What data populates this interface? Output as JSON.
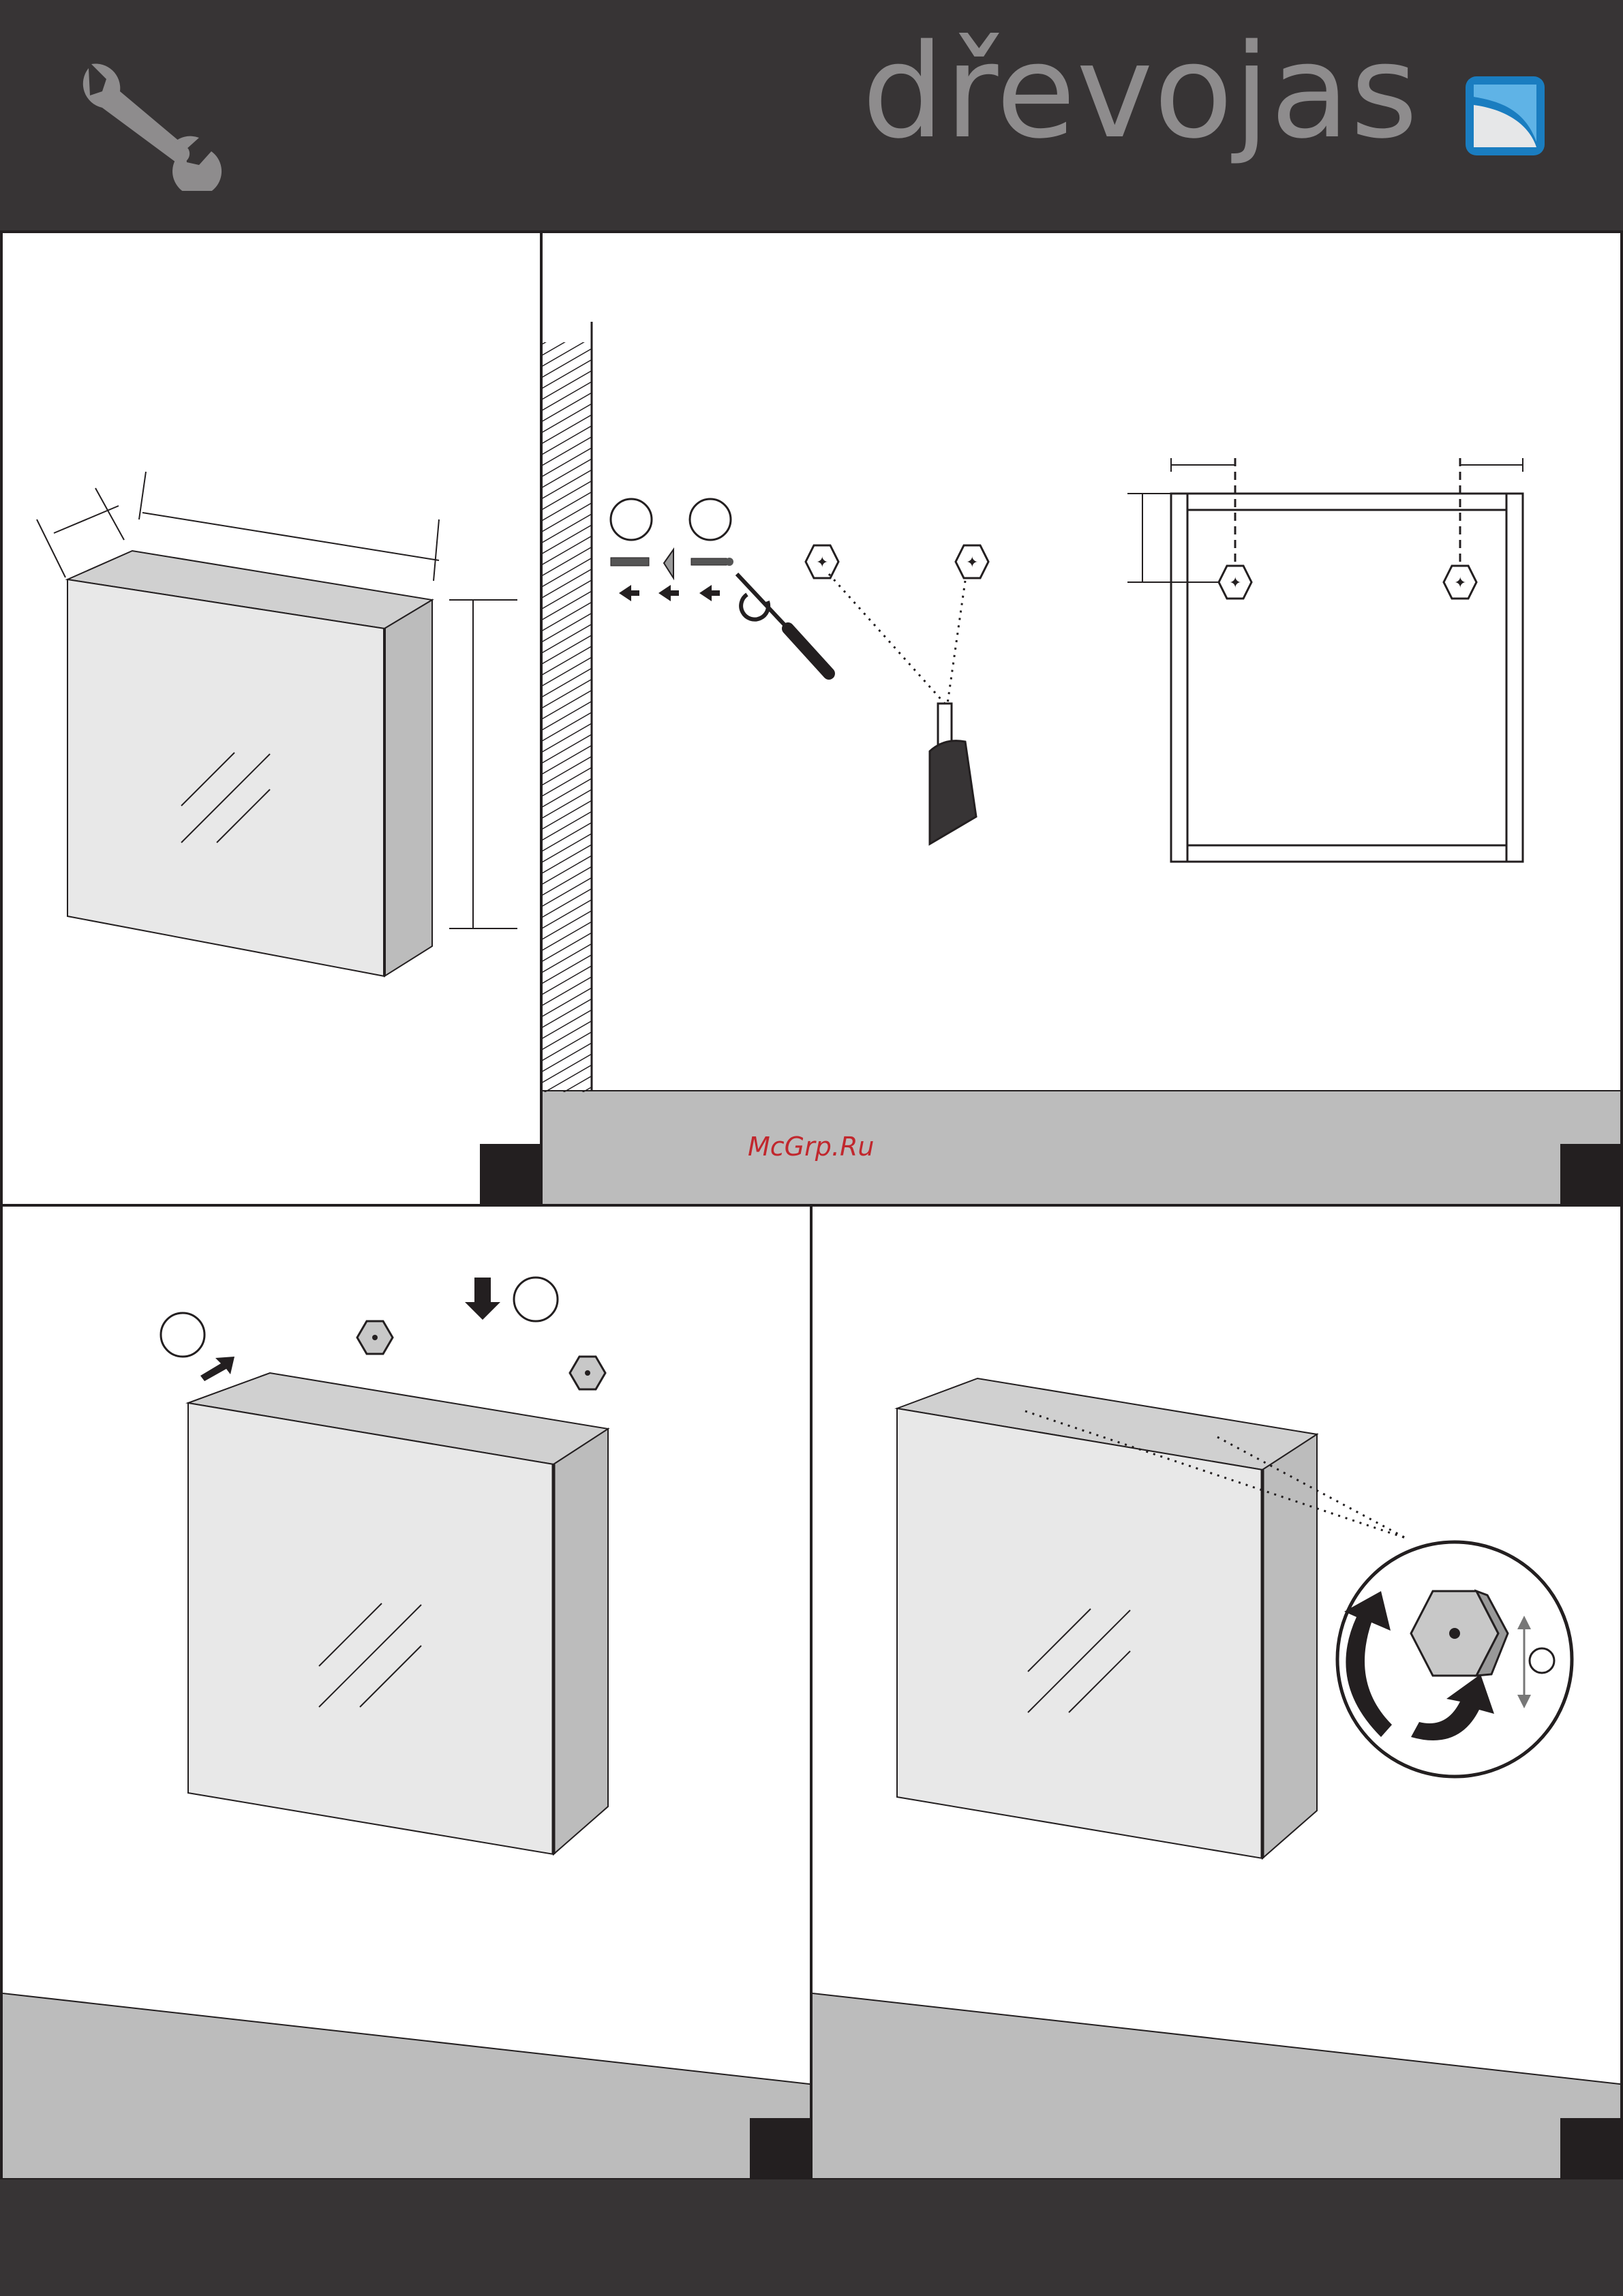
{
  "header": {
    "brand": "dřevojas",
    "tool_icon": "wrench-icon",
    "logo_icon": "drevojas-logo-icon"
  },
  "watermark": {
    "text": "McGrp.Ru"
  },
  "panels": {
    "p1": {
      "description_icon": "cabinet-dimensions"
    },
    "p2": {
      "description_icon": "wall-mounting"
    },
    "p3": {
      "description_icon": "hang-cabinet"
    },
    "p4": {
      "description_icon": "adjust-height"
    }
  },
  "colors": {
    "dark": "#373435",
    "accent_blue": "#1a7dc0",
    "floor": "#bcbcbc",
    "mirror": "#e8e8e8"
  }
}
